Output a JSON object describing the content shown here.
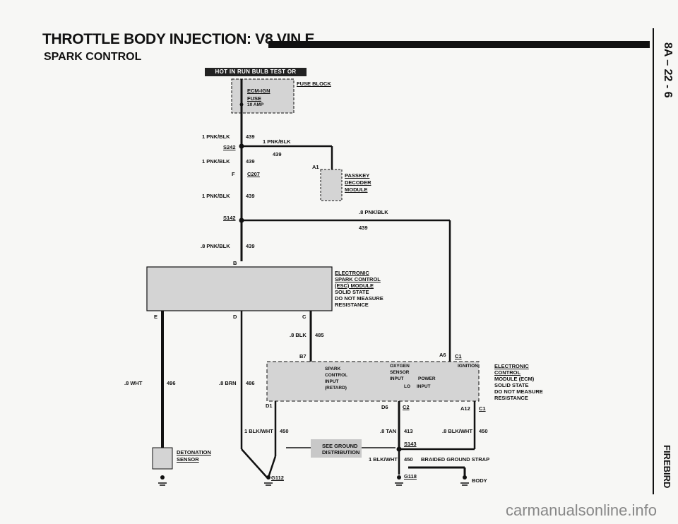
{
  "header": {
    "title": "THROTTLE BODY INJECTION: V8 VIN E",
    "subtitle": "SPARK CONTROL",
    "page_ref": "8A – 22 - 6",
    "model": "FIREBIRD",
    "hot_banner": "HOT IN RUN BULB TEST OR START"
  },
  "components": {
    "fuse_block": "FUSE BLOCK",
    "ecm_ign_fuse": "ECM-IGN",
    "fuse_label": "FUSE",
    "fuse_rating": "10 AMP",
    "passkey_1": "PASSKEY",
    "passkey_2": "DECODER",
    "passkey_3": "MODULE",
    "esc_1": "ELECTRONIC",
    "esc_2": "SPARK CONTROL",
    "esc_3": "(ESC) MODULE",
    "esc_4": "SOLID STATE",
    "esc_5": "DO NOT MEASURE",
    "esc_6": "RESISTANCE",
    "ecm_1": "ELECTRONIC",
    "ecm_2": "CONTROL",
    "ecm_3": "MODULE (ECM)",
    "ecm_4": "SOLID STATE",
    "ecm_5": "DO NOT MEASURE",
    "ecm_6": "RESISTANCE",
    "det_1": "DETONATION",
    "det_2": "SENSOR",
    "ecm_spark_1": "SPARK",
    "ecm_spark_2": "CONTROL",
    "ecm_spark_3": "INPUT",
    "ecm_spark_4": "(RETARD)",
    "ecm_o2_1": "OXYGEN",
    "ecm_o2_2": "SENSOR",
    "ecm_o2_3": "INPUT",
    "ecm_power": "POWER",
    "ecm_lo": "LO",
    "ecm_input": "INPUT",
    "ecm_ignition": "IGNITION",
    "see_ground_1": "SEE GROUND",
    "see_ground_2": "DISTRIBUTION",
    "braided": "BRAIDED GROUND STRAP",
    "body": "BODY"
  },
  "wires": {
    "w1": "1 PNK/BLK",
    "w1c": "439",
    "w2": "1 PNK/BLK",
    "w2c": "439",
    "w3": "1 PNK/BLK",
    "w3c": "439",
    "w4": "1 PNK/BLK",
    "w4c": "439",
    "w5": ".8 PNK/BLK",
    "w5c": "439",
    "w6": ".8 PNK/BLK",
    "w6c": "439",
    "w7": ".8 BLK",
    "w7c": "485",
    "w8": ".8 WHT",
    "w8c": "496",
    "w9": ".8 BRN",
    "w9c": "486",
    "w10": "1 BLK/WHT",
    "w10c": "450",
    "w11": ".8 TAN",
    "w11c": "413",
    "w12": ".8 BLK/WHT",
    "w12c": "450",
    "w13": "1 BLK/WHT",
    "w13c": "450"
  },
  "connectors": {
    "s242": "S242",
    "s142": "S142",
    "s143": "S143",
    "c207": "C207",
    "c207f": "F",
    "a1": "A1",
    "b": "B",
    "c": "C",
    "d": "D",
    "e": "E",
    "b7": "B7",
    "a6": "A6",
    "c1a": "C1",
    "d1": "D1",
    "d6": "D6",
    "c2": "C2",
    "a12": "A12",
    "c1b": "C1",
    "g112": "G112",
    "g118": "G118"
  },
  "watermark": "carmanualsonline.info"
}
